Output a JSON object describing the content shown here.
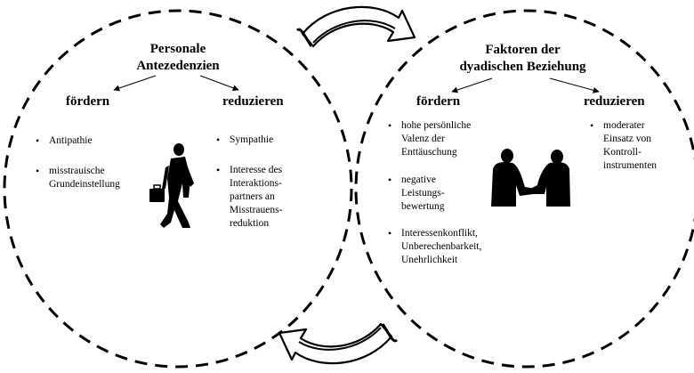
{
  "left": {
    "title": [
      "Personale",
      "Antezedenzien"
    ],
    "foerdern": {
      "label": "fördern",
      "items": [
        [
          "Antipathie"
        ],
        [
          "misstrauische",
          "Grundeinstellung"
        ]
      ]
    },
    "reduzieren": {
      "label": "reduzieren",
      "items": [
        [
          "Sympathie"
        ],
        [
          "Interesse des",
          "Interaktions-",
          "partners an",
          "Misstrauens-",
          "reduktion"
        ]
      ]
    },
    "figure": "walking-businessman-icon"
  },
  "right": {
    "title": [
      "Faktoren der",
      "dyadischen Beziehung"
    ],
    "foerdern": {
      "label": "fördern",
      "items": [
        [
          "hohe persönliche",
          "Valenz der",
          "Enttäuschung"
        ],
        [
          "negative",
          "Leistungs-",
          "bewertung"
        ],
        [
          "Interessenkonflikt,",
          "Unberechenbarkeit,",
          "Unehrlichkeit"
        ]
      ]
    },
    "reduzieren": {
      "label": "reduzieren",
      "items": [
        [
          "moderater",
          "Einsatz von",
          "Kontroll-",
          "instrumenten"
        ]
      ]
    },
    "figure": "handshake-icon"
  }
}
